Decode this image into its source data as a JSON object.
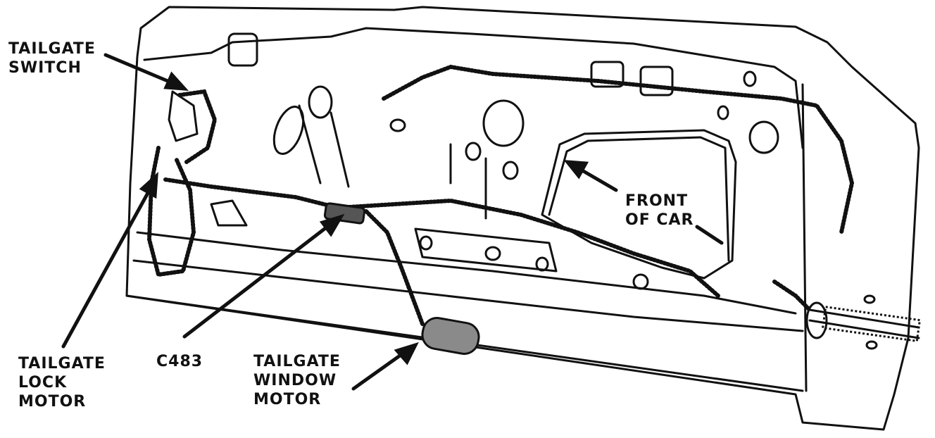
{
  "labels": {
    "tailgate_switch": [
      "TAILGATE",
      "SWITCH"
    ],
    "front_of_car": [
      "FRONT",
      "OF CAR"
    ],
    "tailgate_lock_motor": [
      "TAILGATE",
      "LOCK",
      "MOTOR"
    ],
    "connector": "C483",
    "tailgate_window_motor": [
      "TAILGATE",
      "WINDOW",
      "MOTOR"
    ]
  },
  "colors": {
    "ink": "#111111",
    "paper": "#ffffff"
  }
}
